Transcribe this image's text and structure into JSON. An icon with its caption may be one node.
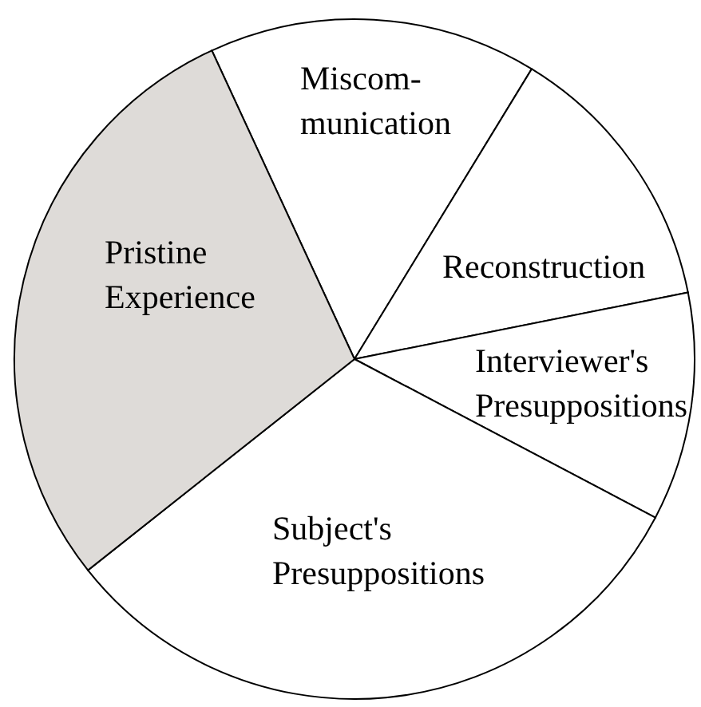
{
  "diagram": {
    "nodes": [
      {
        "text": [
          "Miscom- munication"
        ]
      },
      {
        "text": [
          "Reconstruction"
        ]
      },
      {
        "text": [
          "Interviewer's Presuppositions"
        ]
      },
      {
        "text": [
          "Subject's Presuppositions"
        ]
      },
      {
        "text": [
          "Pristine Experience"
        ]
      }
    ]
  }
}
